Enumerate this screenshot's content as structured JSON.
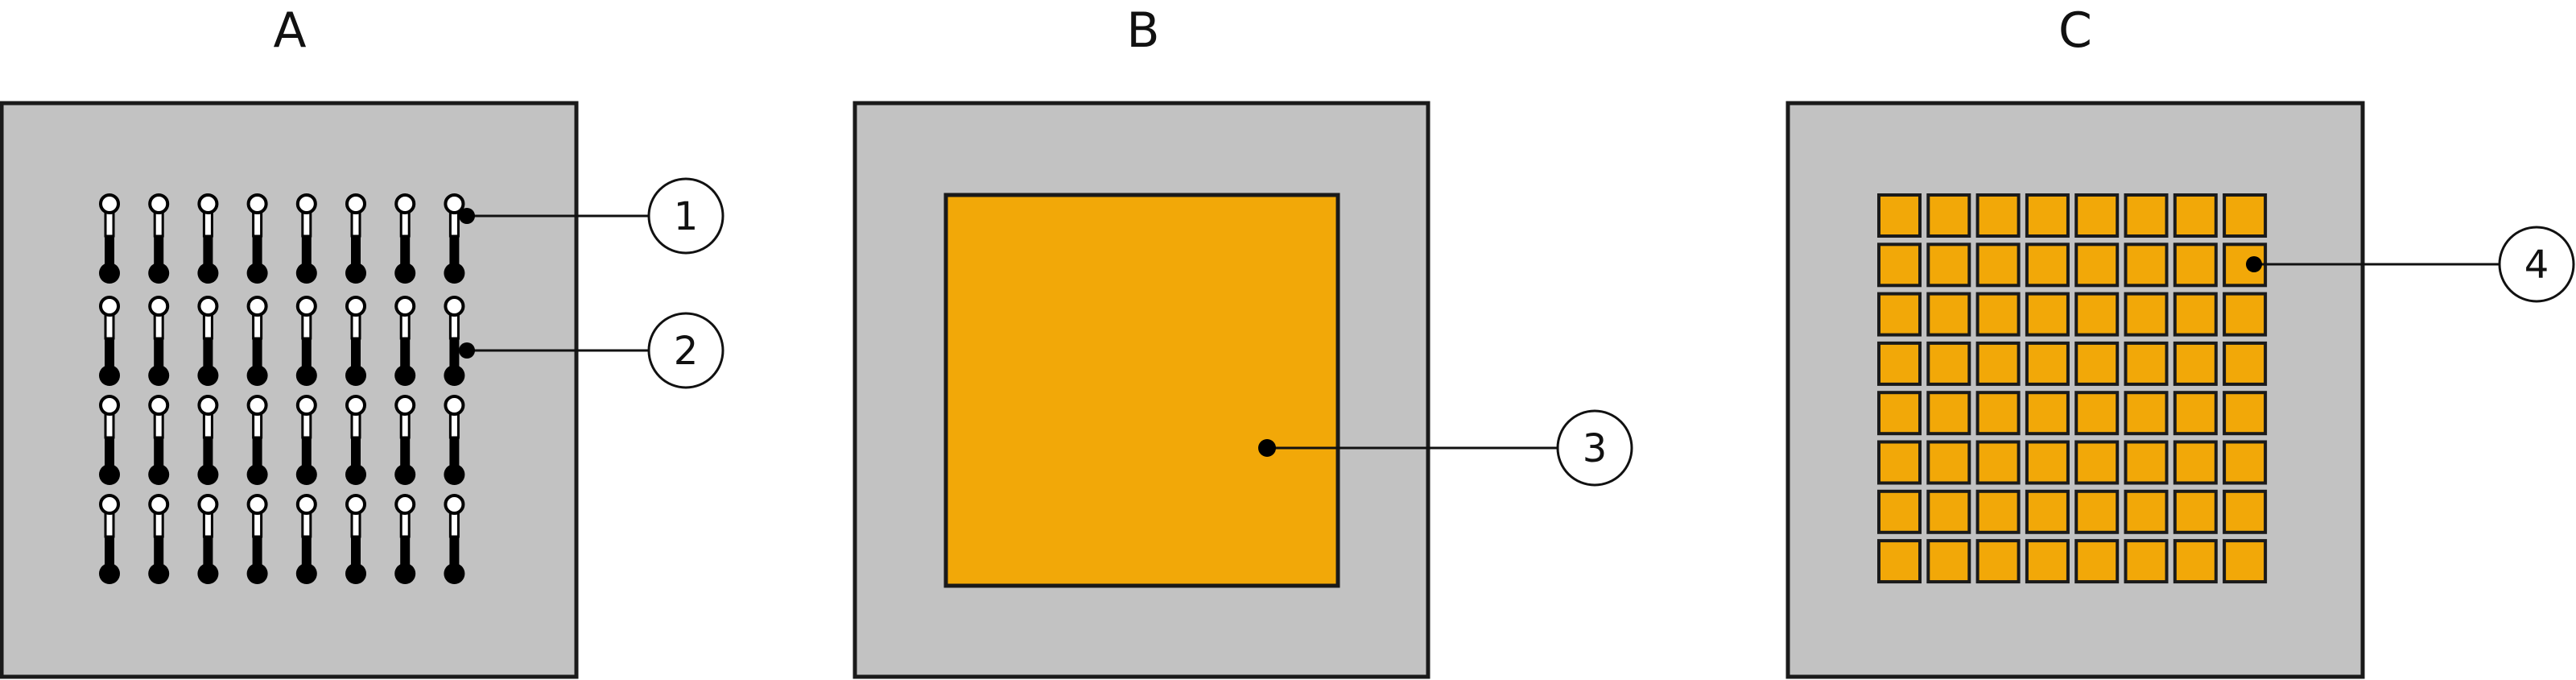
{
  "panels": [
    {
      "title": "A",
      "callouts": [
        {
          "label": "1"
        },
        {
          "label": "2"
        }
      ]
    },
    {
      "title": "B",
      "callouts": [
        {
          "label": "3"
        }
      ]
    },
    {
      "title": "C",
      "callouts": [
        {
          "label": "4"
        }
      ]
    }
  ],
  "panel_a": {
    "pin_columns": 8,
    "pin_rows": 4
  },
  "panel_c": {
    "grid_columns": 8,
    "grid_rows": 8
  },
  "colors": {
    "substrate": "#c2c2c2",
    "active_area": "#f2a808",
    "outline": "#1a1a1a",
    "pin_dark": "#000000",
    "pin_light": "#ffffff"
  }
}
